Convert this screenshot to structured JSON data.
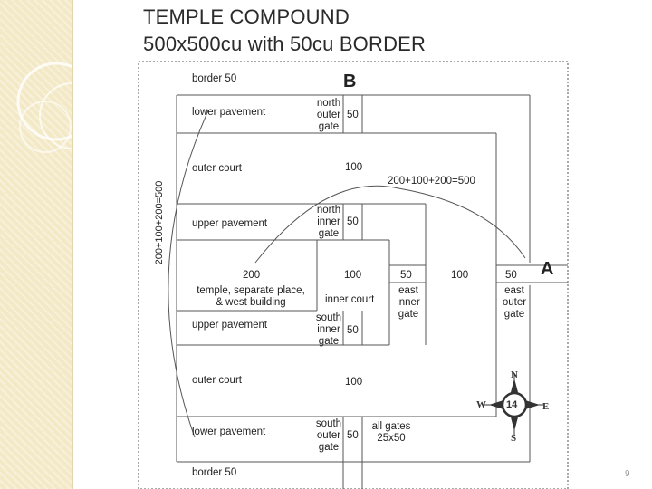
{
  "title": {
    "line1": "TEMPLE COMPOUND",
    "line2": "500x500cu with 50cu BORDER"
  },
  "markers": {
    "b": "B",
    "a": "A"
  },
  "labels": {
    "border_top": "border  50",
    "border_bottom": "border  50",
    "lower_pavement_top": "lower pavement",
    "north_outer_gate": [
      "north",
      "outer",
      "gate"
    ],
    "val_50_north_outer": "50",
    "outer_court_top": "outer court",
    "val_100_outer_court_top": "100",
    "sum_horizontal": "200+100+200=500",
    "upper_pavement_top": "upper pavement",
    "north_inner_gate": [
      "north",
      "inner",
      "gate"
    ],
    "val_50_north_inner": "50",
    "val_200_temple": "200",
    "temple_area": [
      "temple, separate place,",
      "& west building"
    ],
    "val_100_inner_court": "100",
    "inner_court": "inner court",
    "val_50_east_inner": "50",
    "east_inner_gate": [
      "east",
      "inner",
      "gate"
    ],
    "val_100_east": "100",
    "val_50_east_outer": "50",
    "east_outer_gate": [
      "east",
      "outer",
      "gate"
    ],
    "south_inner_gate": [
      "south",
      "inner",
      "gate"
    ],
    "val_50_south_inner": "50",
    "upper_pavement_bottom": "upper pavement",
    "outer_court_bottom": "outer court",
    "val_100_outer_court_bottom": "100",
    "lower_pavement_bottom": "lower pavement",
    "south_outer_gate": [
      "south",
      "outer",
      "gate"
    ],
    "val_50_south_outer": "50",
    "all_gates": [
      "all gates",
      "25x50"
    ],
    "sum_vertical": "200+100+200=500"
  },
  "compass": {
    "n": "N",
    "s": "S",
    "e": "E",
    "w": "W",
    "number": "14"
  },
  "page_number": "9",
  "colors": {
    "line": "#555555",
    "background_strip": "#f3e9c6"
  }
}
